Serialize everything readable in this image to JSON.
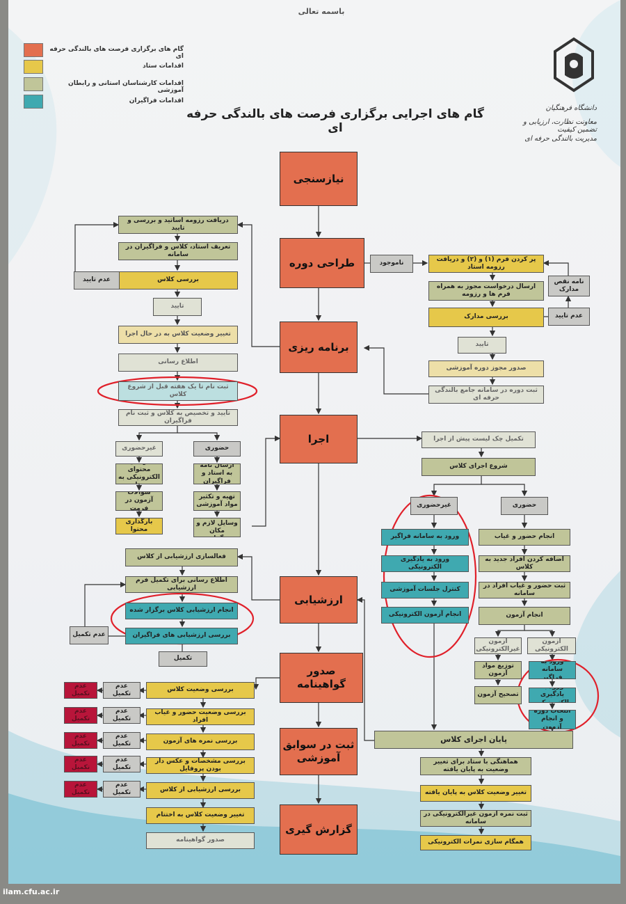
{
  "header": {
    "basmala": "باسمه تعالی",
    "title": "گام های اجرایی برگزاری فرصت های بالندگی حرفه ای",
    "org": [
      "دانشگاه فرهنگیان",
      "معاونت نظارت، ارزیابی و تضمین کیفیت",
      "مدیریت بالندگی حرفه ای"
    ]
  },
  "legend": [
    {
      "label": "گام های برگزاری فرصت های بالندگی حرفه ای",
      "color": "#e36f4f"
    },
    {
      "label": "اقدامات ستاد",
      "color": "#e6c84a"
    },
    {
      "label": "اقدامات کارشناسان استانی و رابطان آموزشی",
      "color": "#c0c599"
    },
    {
      "label": "اقدامات فراگیران",
      "color": "#3fa9b0"
    }
  ],
  "main_steps": [
    "نیازسنجی",
    "طراحی دوره",
    "برنامه ریزی",
    "اجرا",
    "ارزشیابی",
    "صدور گواهینامه",
    "ثبت در سوابق آموزشی",
    "گزارش گیری"
  ],
  "design": {
    "namojud": "ناموجود",
    "steps": [
      "پر کردن فرم (۱) و (۲) و دریافت رزومه استاد",
      "ارسال درخواست مجوز به همراه فرم ها و رزومه",
      "بررسی مدارک",
      "تایید",
      "صدور مجوز دوره آموزشی",
      "ثبت دوره در سامانه جامع بالندگی حرفه ای"
    ],
    "reject": "عدم تایید",
    "deficiency": "نامه نقص مدارک"
  },
  "planning": {
    "steps": [
      "دریافت رزومه اساتید و بررسی و تایید",
      "تعریف استاد، کلاس و فراگیران در سامانه",
      "بررسی کلاس",
      "تایید",
      "تغییر وضعیت کلاس به در حال اجرا",
      "اطلاع رسانی",
      "ثبت نام تا یک هفته قبل از شروع کلاس",
      "تایید و تخصیص به کلاس و ثبت نام فراگیران"
    ],
    "reject": "عدم تایید"
  },
  "exec_left": {
    "online": "غیرحضوری",
    "online_steps": [
      "ارسال محتوای الکترونیکی به ستاد",
      "ارسال سوالات آزمون در فرمت استاندارد",
      "بارگذاری محتوا"
    ],
    "inperson": "حضوری",
    "inperson_steps": [
      "ارسال نامه به استاد و فراگیران",
      "تهیه و تکثیر مواد آموزشی",
      "تهیه مواد و وسایل لازم و مکان برگزاری"
    ]
  },
  "exec_right": {
    "steps": [
      "تکمیل چک لیست پیش از اجرا",
      "شروع اجرای کلاس"
    ],
    "online": "غیرحضوری",
    "online_steps": [
      "ورود به سامانه فراگیر",
      "ورود به یادگیری الکترونیکی",
      "کنترل جلسات آموزشی",
      "انجام آزمون الکترونیکی"
    ],
    "inperson": "حضوری",
    "inperson_steps": [
      "انجام حضور و غیاب",
      "اضافه کردن افراد جدید به کلاس",
      "ثبت حضور و غیاب افراد در سامانه",
      "انجام آزمون"
    ],
    "exam_electronic": "آزمون الکترونیکی",
    "exam_electronic_steps": [
      "ورود به سامانه فراگیر",
      "ورود به یادگیری الکترونیکی",
      "انتخاب دوره و انجام آزمون"
    ],
    "exam_non_electronic": "آزمون غیرالکترونیکی",
    "exam_non_electronic_steps": [
      "توزیع مواد آزمون",
      "تصحیح آزمون"
    ],
    "end": "پایان اجرای کلاس",
    "end_steps": [
      "هماهنگی با ستاد برای تغییر وضعیت به پایان یافته",
      "تغییر وضعیت کلاس به پایان یافته",
      "ثبت نمره آزمون غیرالکترونیکی در سامانه",
      "همگام سازی نمرات الکترونیکی"
    ]
  },
  "evaluation": {
    "steps": [
      "فعالسازی ارزشیابی از کلاس",
      "اطلاع رسانی برای تکمیل فرم ارزشیابی",
      "انجام ارزشیابی کلاس برگزار شده",
      "بررسی ارزشیابی های فراگیران"
    ],
    "incomplete": "عدم تکمیل",
    "complete": "تکمیل"
  },
  "certificate": {
    "steps": [
      "بررسی وضعیت کلاس",
      "بررسی وضعیت حضور و غیاب افراد",
      "بررسی نمره های آزمون",
      "بررسی مشخصات و عکس دار بودن پروفایل",
      "بررسی ارزشیابی از کلاس",
      "تغییر وضعیت کلاس به اختتام",
      "صدور گواهینامه"
    ],
    "incomplete": "عدم تکمیل",
    "red_labels": [
      "عدم تکمیل",
      "عدم تکمیل",
      "عدم تکمیل",
      "عدم تکمیل",
      "عدم تکمیل"
    ]
  },
  "footer": "ilam.cfu.ac.ir"
}
